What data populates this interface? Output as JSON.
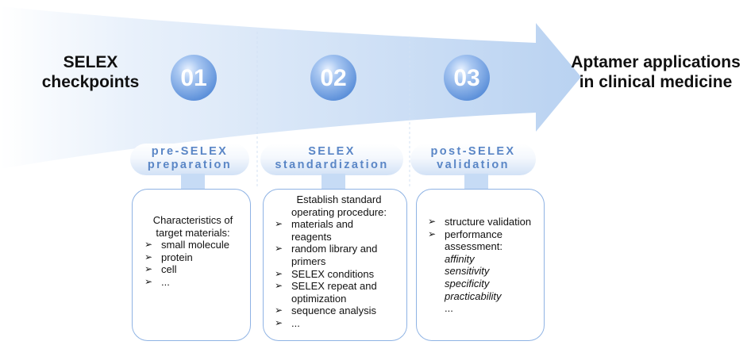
{
  "left_title": [
    "SELEX",
    "checkpoints"
  ],
  "right_title": [
    "Aptamer applications",
    "in clinical medicine"
  ],
  "bullet_marker": "➢",
  "steps": [
    {
      "number": "01",
      "label": [
        "pre-SELEX",
        "preparation"
      ],
      "heading": [
        "Characteristics of",
        "target materials:"
      ],
      "items": [
        {
          "text": [
            "small molecule"
          ]
        },
        {
          "text": [
            "protein"
          ]
        },
        {
          "text": [
            "cell"
          ]
        },
        {
          "text": [
            "..."
          ]
        }
      ]
    },
    {
      "number": "02",
      "label": [
        "SELEX",
        "standardization"
      ],
      "heading": [
        "Establish standard",
        "operating procedure:"
      ],
      "items": [
        {
          "text": [
            "materials and",
            "reagents"
          ]
        },
        {
          "text": [
            "random library and",
            "primers"
          ]
        },
        {
          "text": [
            "SELEX conditions"
          ]
        },
        {
          "text": [
            "SELEX repeat and",
            "optimization"
          ]
        },
        {
          "text": [
            "sequence analysis"
          ]
        },
        {
          "text": [
            "..."
          ]
        }
      ]
    },
    {
      "number": "03",
      "label": [
        "post-SELEX",
        "validation"
      ],
      "heading": [],
      "items": [
        {
          "text": [
            "structure validation"
          ]
        },
        {
          "text": [
            "performance",
            "assessment:"
          ],
          "sub": [
            "affinity",
            "sensitivity",
            "specificity",
            "practicability",
            "..."
          ]
        }
      ]
    }
  ],
  "colors": {
    "arrow_light": "#ffffff",
    "arrow_dark": "#b9d2f1",
    "label_text": "#5a86c6",
    "card_border": "#8fb3e4",
    "circle": "#6f9fe0"
  }
}
